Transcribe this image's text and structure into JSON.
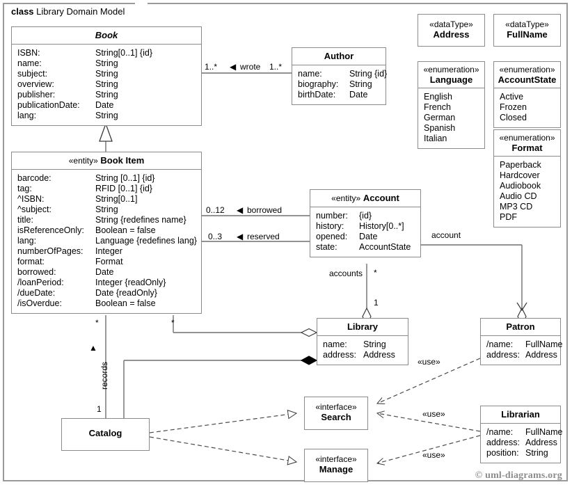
{
  "frame": {
    "keyword": "class",
    "title": "Library Domain Model",
    "copyright": "© uml-diagrams.org"
  },
  "classes": {
    "book": {
      "name": "Book",
      "attributes": [
        {
          "key": "ISBN:",
          "value": "String[0..1] {id}"
        },
        {
          "key": "name:",
          "value": "String"
        },
        {
          "key": "subject:",
          "value": "String"
        },
        {
          "key": "overview:",
          "value": "String"
        },
        {
          "key": "publisher:",
          "value": "String"
        },
        {
          "key": "publicationDate:",
          "value": "Date"
        },
        {
          "key": "lang:",
          "value": "String"
        }
      ]
    },
    "author": {
      "name": "Author",
      "attributes": [
        {
          "key": "name:",
          "value": "String {id}"
        },
        {
          "key": "biography:",
          "value": "String"
        },
        {
          "key": "birthDate:",
          "value": "Date"
        }
      ]
    },
    "book_item": {
      "stereotype": "«entity»",
      "name": "Book Item",
      "attributes": [
        {
          "key": "barcode:",
          "value": "String [0..1] {id}"
        },
        {
          "key": "tag:",
          "value": "RFID [0..1] {id}"
        },
        {
          "key": "^ISBN:",
          "value": "String[0..1]"
        },
        {
          "key": "^subject:",
          "value": "String"
        },
        {
          "key": "title:",
          "value": "String {redefines name}"
        },
        {
          "key": "isReferenceOnly:",
          "value": "Boolean = false"
        },
        {
          "key": "lang:",
          "value": "Language {redefines lang}"
        },
        {
          "key": "numberOfPages:",
          "value": "Integer"
        },
        {
          "key": "format:",
          "value": "Format"
        },
        {
          "key": "borrowed:",
          "value": "Date"
        },
        {
          "key": "/loanPeriod:",
          "value": "Integer {readOnly}"
        },
        {
          "key": "/dueDate:",
          "value": "Date {readOnly}"
        },
        {
          "key": "/isOverdue:",
          "value": "Boolean = false"
        }
      ]
    },
    "account": {
      "stereotype": "«entity»",
      "name": "Account",
      "attributes": [
        {
          "key": "number:",
          "value": "{id}"
        },
        {
          "key": "history:",
          "value": "History[0..*]"
        },
        {
          "key": "opened:",
          "value": "Date"
        },
        {
          "key": "state:",
          "value": "AccountState"
        }
      ]
    },
    "library": {
      "name": "Library",
      "attributes": [
        {
          "key": "name:",
          "value": "String"
        },
        {
          "key": "address:",
          "value": "Address"
        }
      ]
    },
    "patron": {
      "name": "Patron",
      "attributes": [
        {
          "key": "/name:",
          "value": "FullName"
        },
        {
          "key": "address:",
          "value": "Address"
        }
      ]
    },
    "librarian": {
      "name": "Librarian",
      "attributes": [
        {
          "key": "/name:",
          "value": "FullName"
        },
        {
          "key": "address:",
          "value": "Address"
        },
        {
          "key": "position:",
          "value": "String"
        }
      ]
    },
    "catalog": {
      "name": "Catalog",
      "attributes": []
    },
    "search": {
      "stereotype": "«interface»",
      "name": "Search"
    },
    "manage": {
      "stereotype": "«interface»",
      "name": "Manage"
    }
  },
  "datatypes": [
    {
      "stereotype": "«dataType»",
      "name": "Address"
    },
    {
      "stereotype": "«dataType»",
      "name": "FullName"
    }
  ],
  "enumerations": [
    {
      "stereotype": "«enumeration»",
      "name": "Language",
      "literals": [
        "English",
        "French",
        "German",
        "Spanish",
        "Italian"
      ]
    },
    {
      "stereotype": "«enumeration»",
      "name": "AccountState",
      "literals": [
        "Active",
        "Frozen",
        "Closed"
      ]
    },
    {
      "stereotype": "«enumeration»",
      "name": "Format",
      "literals": [
        "Paperback",
        "Hardcover",
        "Audiobook",
        "Audio CD",
        "MP3 CD",
        "PDF"
      ]
    }
  ],
  "associations": {
    "wrote": {
      "name": "wrote",
      "arrow": "◀",
      "source_multiplicity": "1..*",
      "target_multiplicity": "1..*"
    },
    "borrowed": {
      "name": "borrowed",
      "arrow": "◀",
      "source_multiplicity": "0..12"
    },
    "reserved": {
      "name": "reserved",
      "arrow": "◀",
      "source_multiplicity": "0..3"
    },
    "accounts": {
      "name": "accounts",
      "source_multiplicity": "*",
      "target_multiplicity": "1"
    },
    "account_patron": {
      "name": "account"
    },
    "records": {
      "name": "records",
      "arrow": "▲",
      "source_multiplicity": "*",
      "target_multiplicity": "1"
    },
    "library_bookitem": {
      "source_multiplicity": "*"
    }
  },
  "dependencies": [
    {
      "label": "«use»",
      "name": "patron-search-use"
    },
    {
      "label": "«use»",
      "name": "librarian-search-use"
    },
    {
      "label": "«use»",
      "name": "librarian-manage-use"
    }
  ]
}
